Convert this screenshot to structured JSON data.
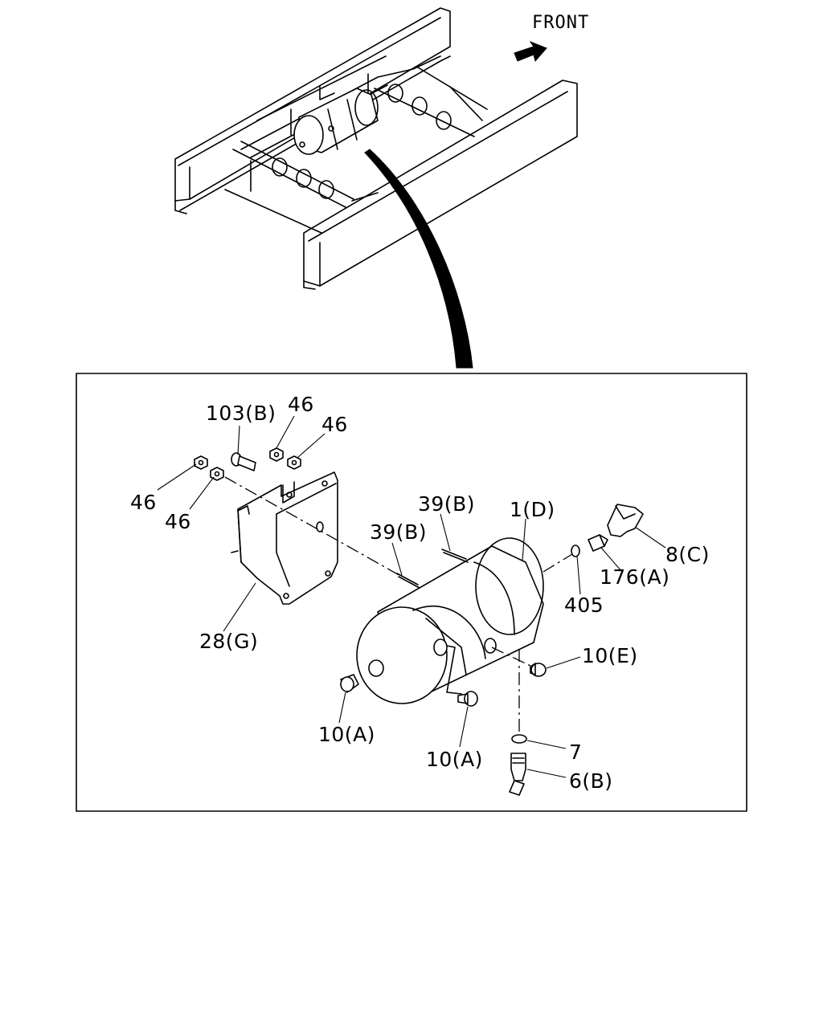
{
  "orientation_label": "FRONT",
  "callouts": {
    "part_103b": "103(B)",
    "part_46_top_left": "46",
    "part_46_top_right": "46",
    "part_46_left_outer": "46",
    "part_46_left_inner": "46",
    "part_28g": "28(G)",
    "part_39b_upper": "39(B)",
    "part_39b_lower": "39(B)",
    "part_1d": "1(D)",
    "part_8c": "8(C)",
    "part_176a": "176(A)",
    "part_405": "405",
    "part_10e": "10(E)",
    "part_10a_left": "10(A)",
    "part_10a_right": "10(A)",
    "part_7": "7",
    "part_6b": "6(B)"
  },
  "icons": {
    "front_arrow": "arrow-right-icon"
  }
}
